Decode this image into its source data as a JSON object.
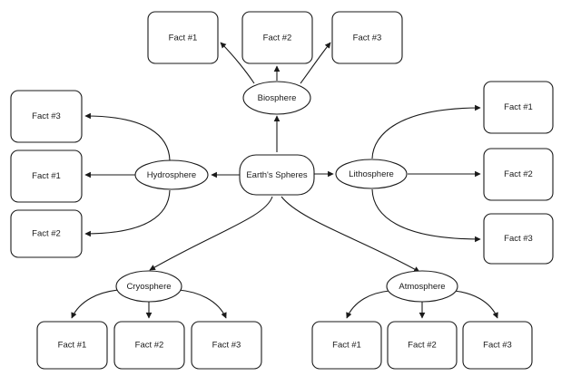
{
  "diagram": {
    "type": "mind-map",
    "title_node": "Earth's Spheres",
    "root": {
      "id": "earths-spheres",
      "label": "Earth's Spheres",
      "shape": "rounded-rectangle"
    },
    "branches": [
      {
        "id": "biosphere",
        "label": "Biosphere",
        "shape": "ellipse",
        "direction": "up",
        "facts": [
          {
            "id": "biosphere-fact-1",
            "label": "Fact #1"
          },
          {
            "id": "biosphere-fact-2",
            "label": "Fact #2"
          },
          {
            "id": "biosphere-fact-3",
            "label": "Fact #3"
          }
        ]
      },
      {
        "id": "hydrosphere",
        "label": "Hydrosphere",
        "shape": "ellipse",
        "direction": "left",
        "facts": [
          {
            "id": "hydrosphere-fact-3",
            "label": "Fact #3"
          },
          {
            "id": "hydrosphere-fact-1",
            "label": "Fact #1"
          },
          {
            "id": "hydrosphere-fact-2",
            "label": "Fact #2"
          }
        ]
      },
      {
        "id": "lithosphere",
        "label": "Lithosphere",
        "shape": "ellipse",
        "direction": "right",
        "facts": [
          {
            "id": "lithosphere-fact-1",
            "label": "Fact #1"
          },
          {
            "id": "lithosphere-fact-2",
            "label": "Fact #2"
          },
          {
            "id": "lithosphere-fact-3",
            "label": "Fact #3"
          }
        ]
      },
      {
        "id": "cryosphere",
        "label": "Cryosphere",
        "shape": "ellipse",
        "direction": "down-left",
        "facts": [
          {
            "id": "cryosphere-fact-1",
            "label": "Fact #1"
          },
          {
            "id": "cryosphere-fact-2",
            "label": "Fact #2"
          },
          {
            "id": "cryosphere-fact-3",
            "label": "Fact #3"
          }
        ]
      },
      {
        "id": "atmosphere",
        "label": "Atmosphere",
        "shape": "ellipse",
        "direction": "down-right",
        "facts": [
          {
            "id": "atmosphere-fact-1",
            "label": "Fact #1"
          },
          {
            "id": "atmosphere-fact-2",
            "label": "Fact #2"
          },
          {
            "id": "atmosphere-fact-3",
            "label": "Fact #3"
          }
        ]
      }
    ],
    "colors": {
      "background": "#ffffff",
      "stroke": "#1a1a1a",
      "node_fill": "#ffffff",
      "text": "#1a1a1a"
    }
  }
}
